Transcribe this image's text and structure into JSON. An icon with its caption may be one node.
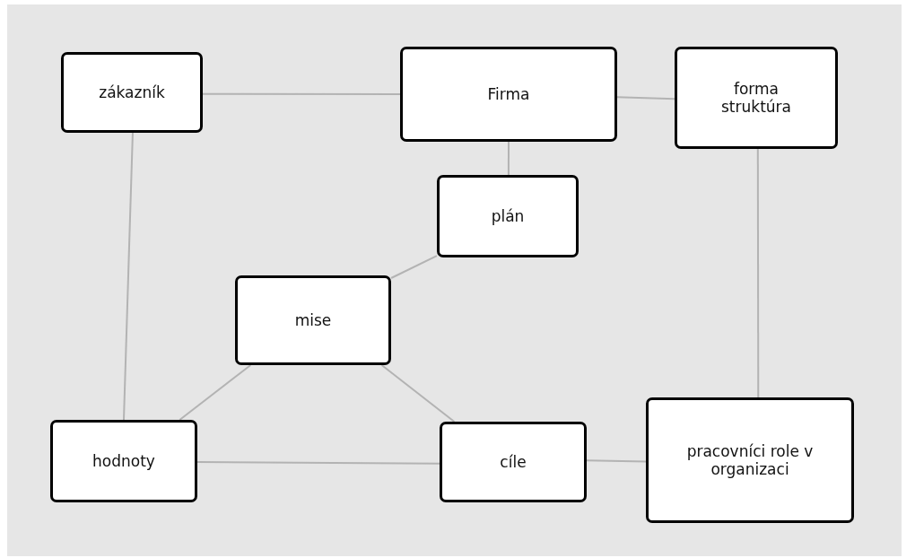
{
  "diagram": {
    "nodes": [
      {
        "text": [
          "zákazník"
        ]
      },
      {
        "text": [
          "Firma"
        ]
      },
      {
        "text": [
          "forma struktúra"
        ]
      },
      {
        "text": [
          "plán"
        ]
      },
      {
        "text": [
          "mise"
        ]
      },
      {
        "text": [
          "hodnoty"
        ]
      },
      {
        "text": [
          "cíle"
        ]
      },
      {
        "text": [
          "pracovníci role v organizaci"
        ]
      }
    ],
    "edges": [
      {
        "from": 0,
        "to": 1,
        "arrow": "none"
      },
      {
        "from": 1,
        "to": 2,
        "arrow": "none"
      },
      {
        "from": 1,
        "to": 3,
        "arrow": "none"
      },
      {
        "from": 3,
        "to": 4,
        "arrow": "none"
      },
      {
        "from": 0,
        "to": 5,
        "arrow": "none"
      },
      {
        "from": 2,
        "to": 7,
        "arrow": "none"
      },
      {
        "from": 4,
        "to": 5,
        "arrow": "none"
      },
      {
        "from": 4,
        "to": 6,
        "arrow": "none"
      },
      {
        "from": 5,
        "to": 6,
        "arrow": "none"
      },
      {
        "from": 6,
        "to": 7,
        "arrow": "none"
      }
    ]
  }
}
